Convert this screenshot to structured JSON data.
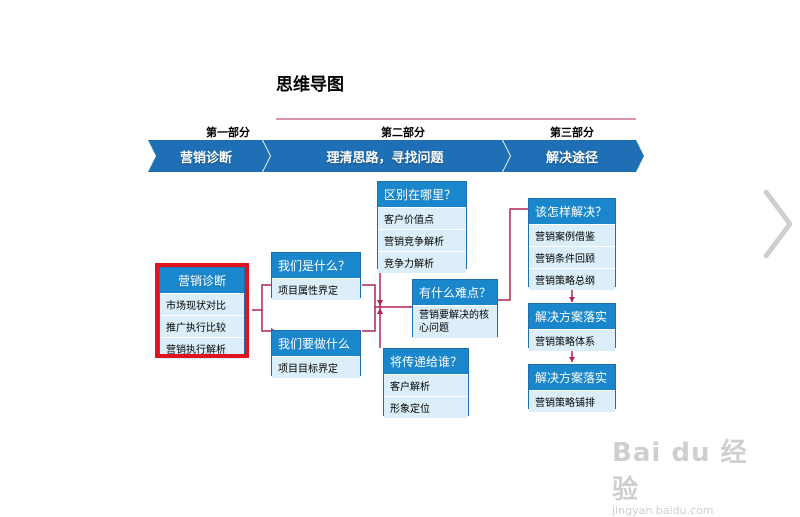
{
  "title": "思维导图",
  "phases": [
    {
      "label": "第一部分",
      "band": "营销诊断"
    },
    {
      "label": "第二部分",
      "band": "理清思路，寻找问题"
    },
    {
      "label": "第三部分",
      "band": "解决途径"
    }
  ],
  "boxes": {
    "diagnosis": {
      "head": "营销诊断",
      "rows": [
        "市场现状对比",
        "推广执行比较",
        "营销执行解析"
      ]
    },
    "what_are_we": {
      "head": "我们是什么？",
      "rows": [
        "项目属性界定"
      ]
    },
    "what_to_do": {
      "head": "我们要做什么",
      "rows": [
        "项目目标界定"
      ]
    },
    "difference": {
      "head": "区别在哪里？",
      "rows": [
        "客户价值点",
        "营销竞争解析",
        "竞争力解析"
      ]
    },
    "difficulty": {
      "head": "有什么难点？",
      "rows": [
        "营销要解决的核心问题"
      ]
    },
    "communicate": {
      "head": "将传递给谁？",
      "rows": [
        "客户解析",
        "形象定位"
      ]
    },
    "how_solve": {
      "head": "该怎样解决？",
      "rows": [
        "营销案例借鉴",
        "营销条件回顾",
        "营销策略总纲"
      ]
    },
    "solution1": {
      "head": "解决方案落实",
      "rows": [
        "营销策略体系"
      ]
    },
    "solution2": {
      "head": "解决方案落实",
      "rows": [
        "营销策略铺排"
      ]
    }
  },
  "watermark": {
    "main": "Bai du 经验",
    "sub": "jingyan.baidu.com"
  },
  "colors": {
    "band": "#1e6fb5",
    "head": "#1a87cc",
    "row": "#dbeef9",
    "connector": "#b0245a",
    "highlight": "#e0141e"
  }
}
